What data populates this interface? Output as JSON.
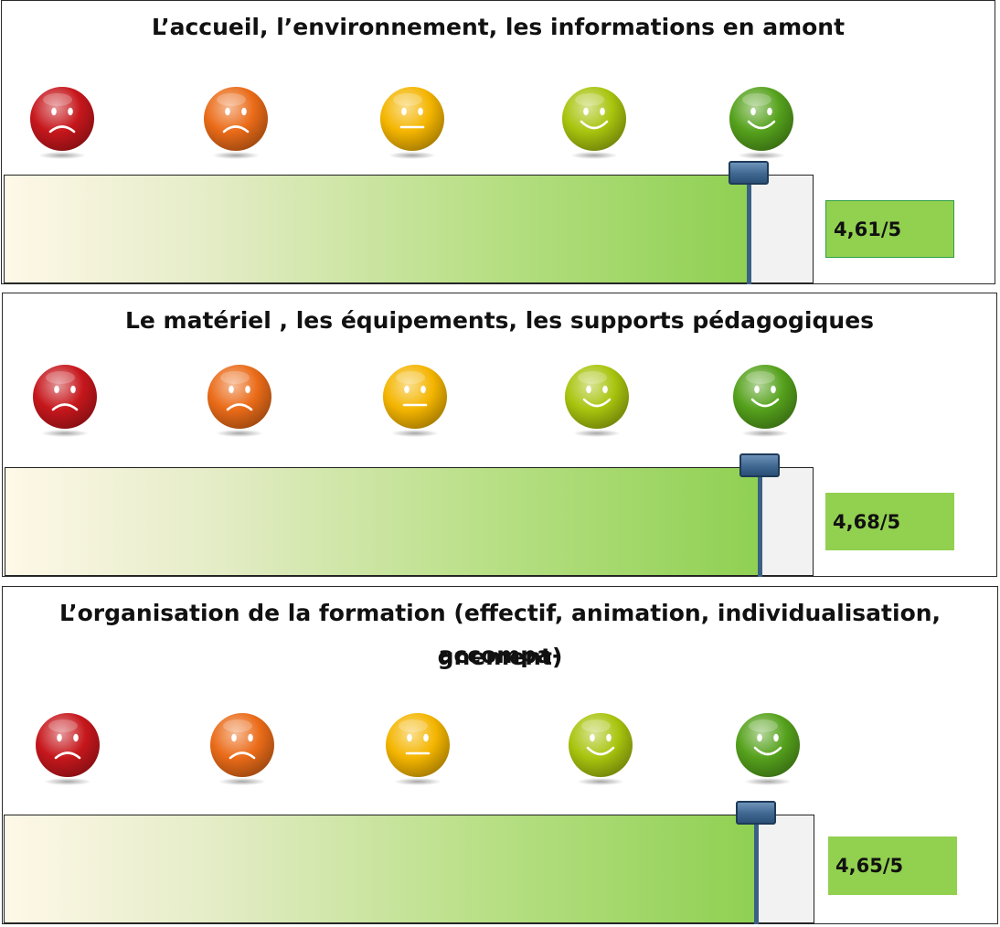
{
  "scale": {
    "min": 0,
    "max": 5
  },
  "faces": [
    {
      "icon": "very-sad-face-icon",
      "color": "#c6171c",
      "mouth": "frown"
    },
    {
      "icon": "sad-face-icon",
      "color": "#ea6b18",
      "mouth": "frown"
    },
    {
      "icon": "neutral-face-icon",
      "color": "#f4b500",
      "mouth": "flat"
    },
    {
      "icon": "happy-face-icon",
      "color": "#a9c40e",
      "mouth": "smile"
    },
    {
      "icon": "very-happy-face-icon",
      "color": "#55a11c",
      "mouth": "smile"
    }
  ],
  "sections": [
    {
      "title_lines": [
        "L’accueil, l’environnement, les informations en amont"
      ],
      "value": 4.61,
      "score_label": "4,61/5"
    },
    {
      "title_lines": [
        "Le matériel , les équipements, les supports pédagogiques"
      ],
      "value": 4.68,
      "score_label": "4,68/5"
    },
    {
      "title_lines": [
        "L’organisation de la formation (effectif, animation, individualisation, accompa-",
        "gnement)"
      ],
      "value": 4.65,
      "score_label": "4,65/5"
    }
  ]
}
